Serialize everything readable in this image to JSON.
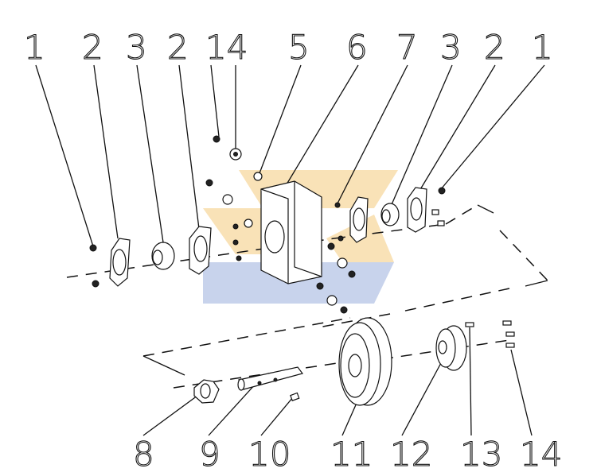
{
  "diagram": {
    "top_labels": [
      "1",
      "2",
      "3",
      "2",
      "14",
      "5",
      "6",
      "7",
      "3",
      "2",
      "1"
    ],
    "bottom_labels": [
      "8",
      "9",
      "10",
      "11",
      "12",
      "13",
      "14"
    ]
  },
  "colors": {
    "line": "#111111",
    "watermark_orange": "#f9e2b7",
    "watermark_blue": "#c8d3ec"
  }
}
